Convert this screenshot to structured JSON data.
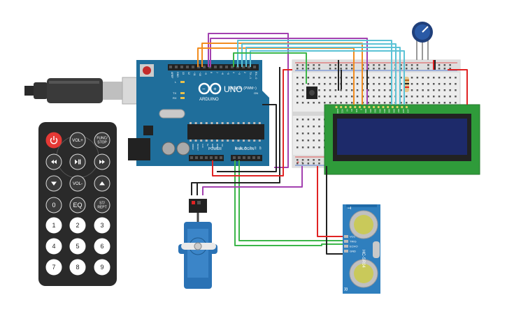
{
  "arduino": {
    "brand": "ARDUINO",
    "model": "UNO",
    "digital_label": "DIGITAL (PWM~)",
    "power_label": "POWER",
    "analog_label": "ANALOG IN",
    "on_label": "ON",
    "l_label": "L",
    "tx_label": "TX",
    "rx_label": "RX",
    "digital_pins": [
      "AREF",
      "GND",
      "13",
      "12",
      "~11",
      "~10",
      "~9",
      "8",
      "7",
      "~6",
      "~5",
      "4",
      "~3",
      "2",
      "TX→1",
      "RX←0"
    ],
    "power_pins": [
      "IOREF",
      "RESET",
      "3.3V",
      "5V",
      "GND",
      "GND",
      "Vin"
    ],
    "analog_pins": [
      "A0",
      "A1",
      "A2",
      "A3",
      "A4",
      "A5"
    ]
  },
  "remote": {
    "buttons": [
      [
        "power-icon",
        "VOL+",
        "FUNC/\nSTOP"
      ],
      [
        "rewind-icon",
        "play-pause-icon",
        "fast-forward-icon"
      ],
      [
        "down-icon",
        "VOL-",
        "up-icon"
      ],
      [
        "0",
        "EQ",
        "ST/\nREPT"
      ],
      [
        "1",
        "2",
        "3"
      ],
      [
        "4",
        "5",
        "6"
      ],
      [
        "7",
        "8",
        "9"
      ]
    ]
  },
  "ultrasonic": {
    "model": "HC-SR04",
    "pins": [
      "VCC",
      "TRIG",
      "ECHO",
      "GND"
    ],
    "t_label": "T",
    "r_label": "R"
  },
  "lcd": {
    "pin_labels": [
      "GND",
      "VCC",
      "V0",
      "RS",
      "RW",
      "E",
      "DB0",
      "DB1",
      "DB2",
      "DB3",
      "DB4",
      "DB5",
      "DB6",
      "DB7",
      "LED",
      "LED"
    ]
  },
  "breadboard": {
    "rail_plus": "+",
    "rail_minus": "-"
  },
  "colors": {
    "arduino_board": "#1f6e9b",
    "lcd_green": "#2f9b3a",
    "lcd_screen": "#1d2a6a",
    "sensor_blue": "#2f7fbe",
    "servo_blue": "#2a72b5",
    "wire_purple": "#a341b0",
    "wire_orange": "#f28c1e",
    "wire_cyan": "#5cc3d6",
    "wire_green": "#3cb64a",
    "wire_red": "#e02323",
    "wire_black": "#222222",
    "remote_body": "#2a2a2a"
  }
}
